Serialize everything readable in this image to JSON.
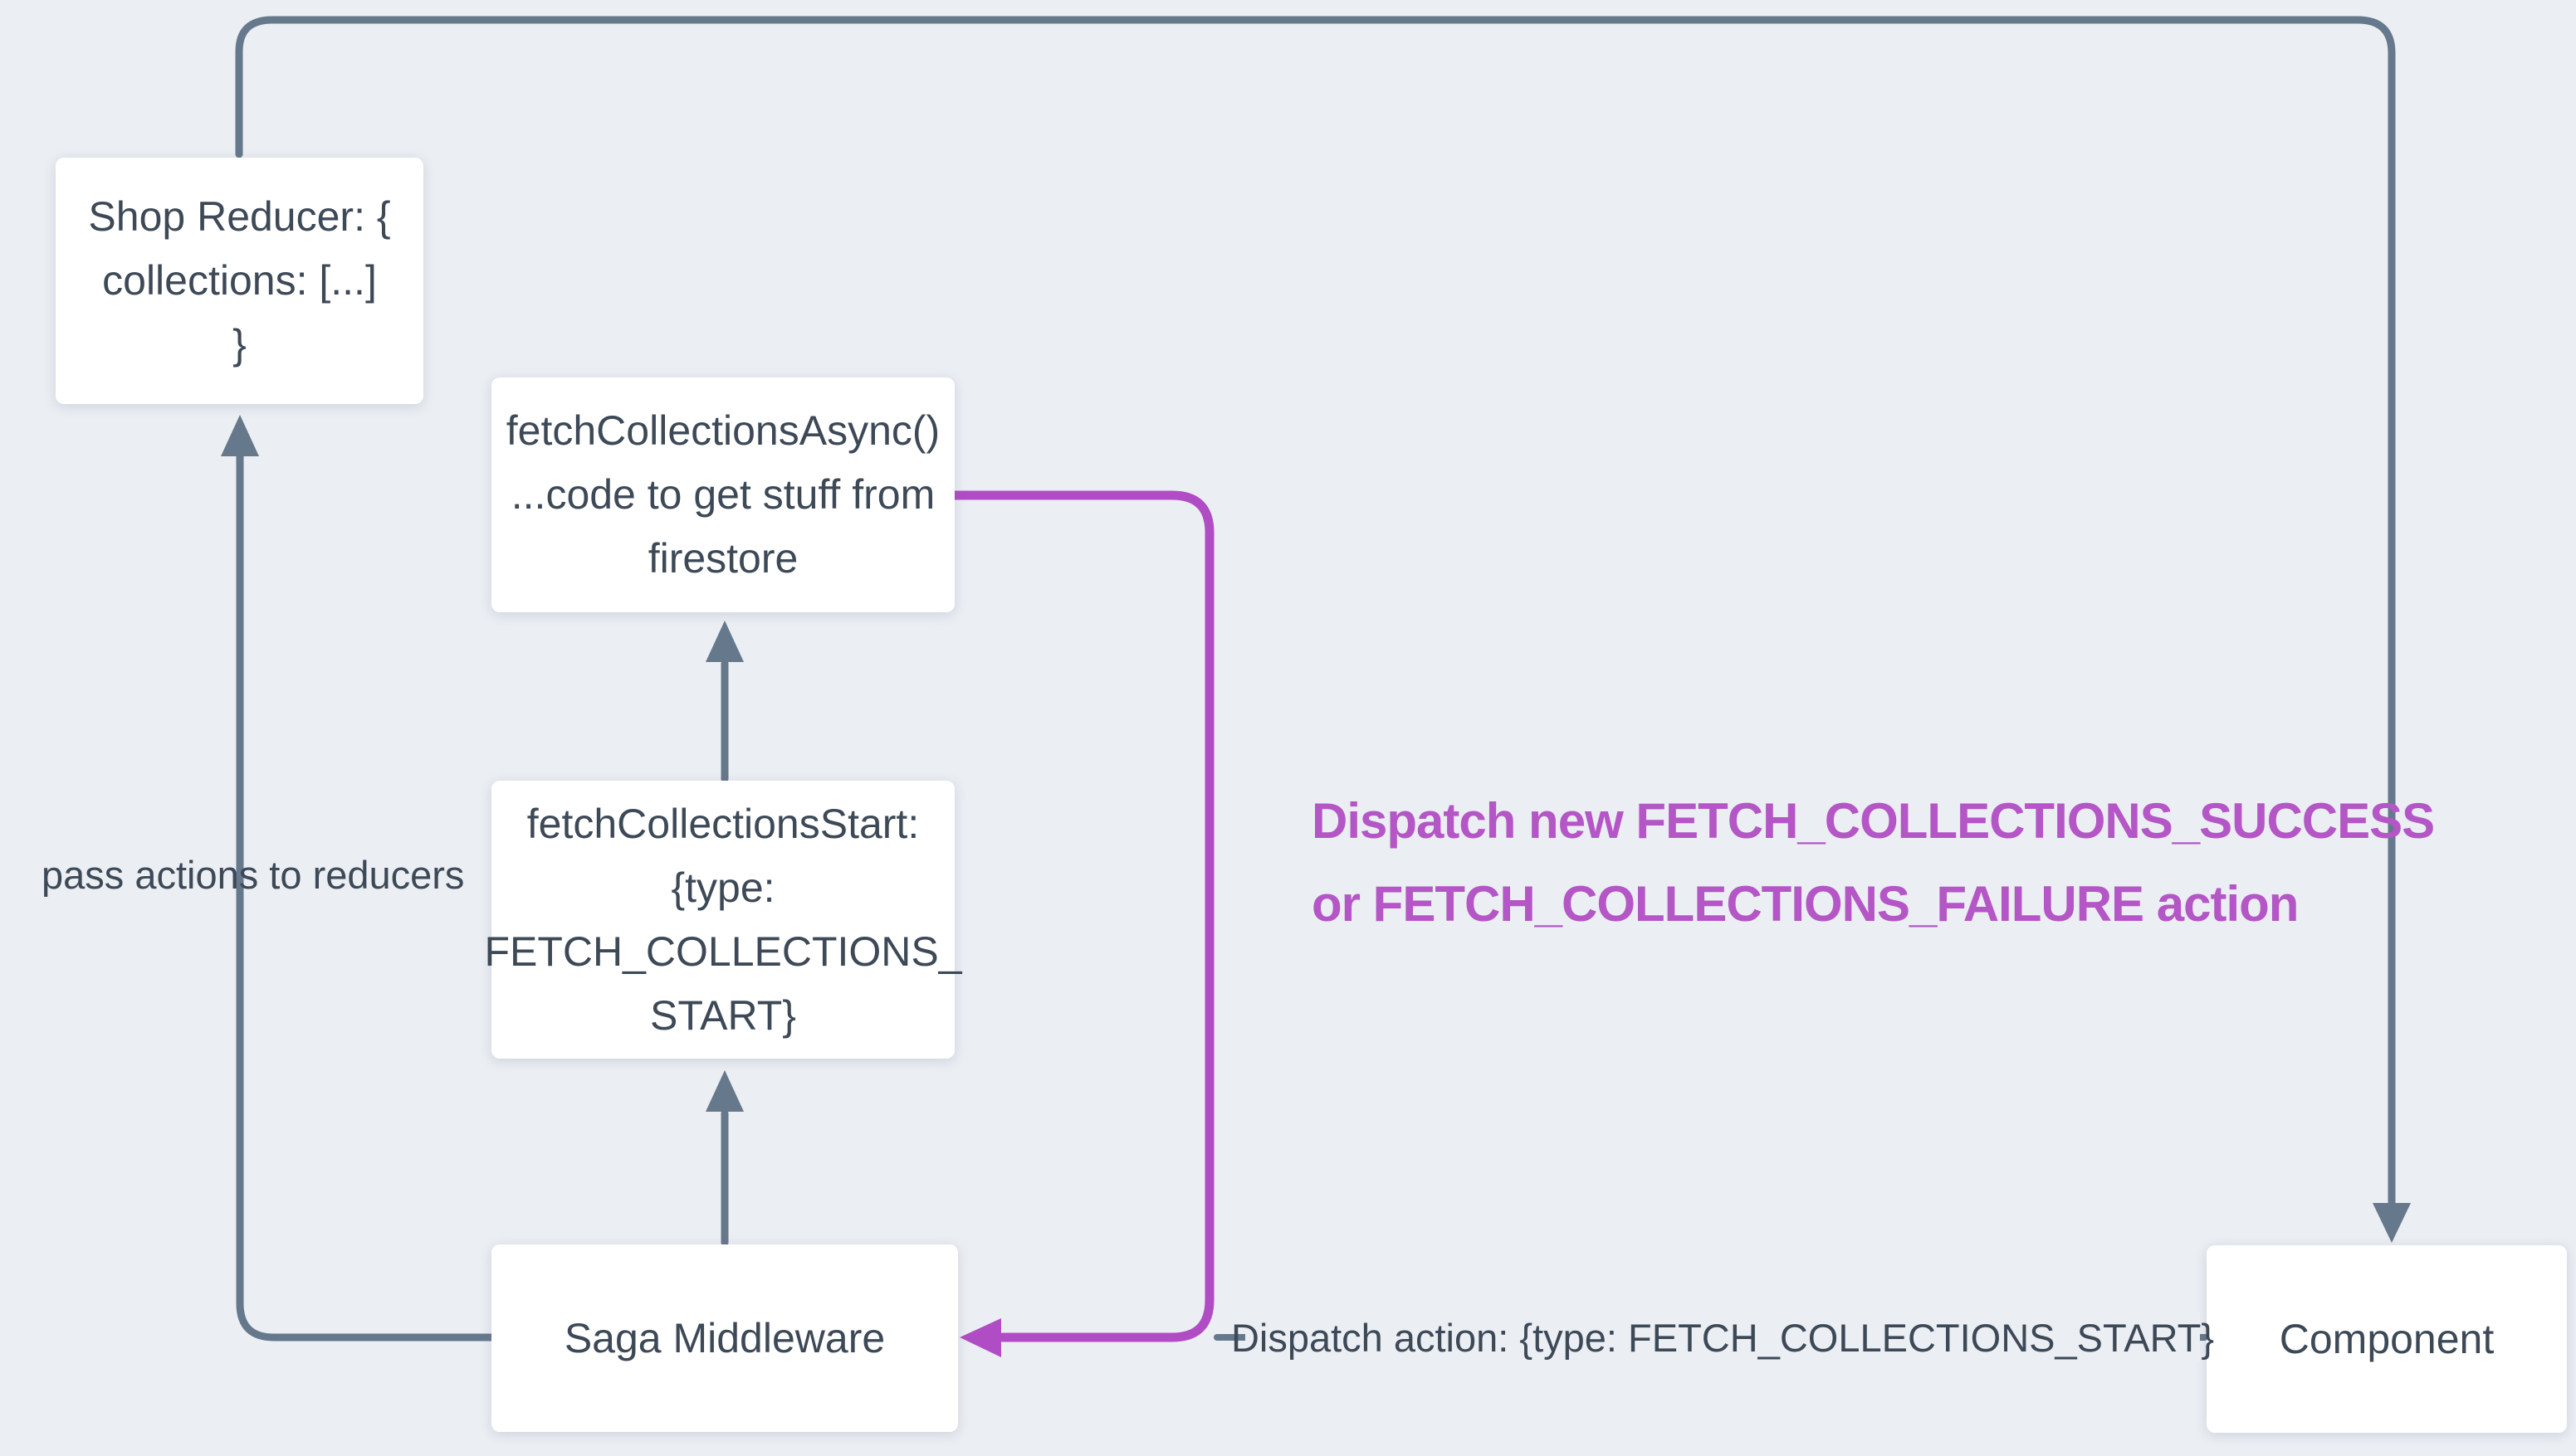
{
  "diagram": {
    "title": "redux saga fetch collections flow",
    "background_color": "#ebeef3",
    "colors": {
      "line_gray": "#66788b",
      "line_purple": "#b04cc4",
      "text_purple": "#b456c6",
      "text_dark": "#3d4957",
      "node_background": "#ffffff"
    },
    "nodes": {
      "shop_reducer": {
        "lines": [
          "Shop Reducer: {",
          "collections: [...]",
          "}"
        ]
      },
      "fetch_collections_async": {
        "lines": [
          "fetchCollectionsAsync()",
          "...code to get stuff from",
          "firestore"
        ]
      },
      "fetch_collections_start": {
        "lines": [
          "fetchCollectionsStart:",
          "{type:",
          "FETCH_COLLECTIONS_",
          "START}"
        ]
      },
      "saga_middleware": {
        "label": "Saga Middleware"
      },
      "component": {
        "label": "Component"
      }
    },
    "edge_labels": {
      "pass_actions": "pass actions to reducers",
      "dispatch_new_line1": "Dispatch new FETCH_COLLECTIONS_SUCCESS",
      "dispatch_new_line2": "or FETCH_COLLECTIONS_FAILURE action",
      "dispatch_action": "Dispatch action: {type: FETCH_COLLECTIONS_START}"
    },
    "edges": [
      "shop_reducer -> component (gray loop over top)",
      "saga_middleware -> shop_reducer (gray, label: pass actions to reducers)",
      "saga_middleware -> fetch_collections_start (gray up arrow)",
      "fetch_collections_start -> fetch_collections_async (gray up arrow)",
      "fetch_collections_async -> saga_middleware (purple, label: dispatch new success/failure)",
      "component -> saga_middleware (gray, label: dispatch action fetch_collections_start)"
    ]
  }
}
